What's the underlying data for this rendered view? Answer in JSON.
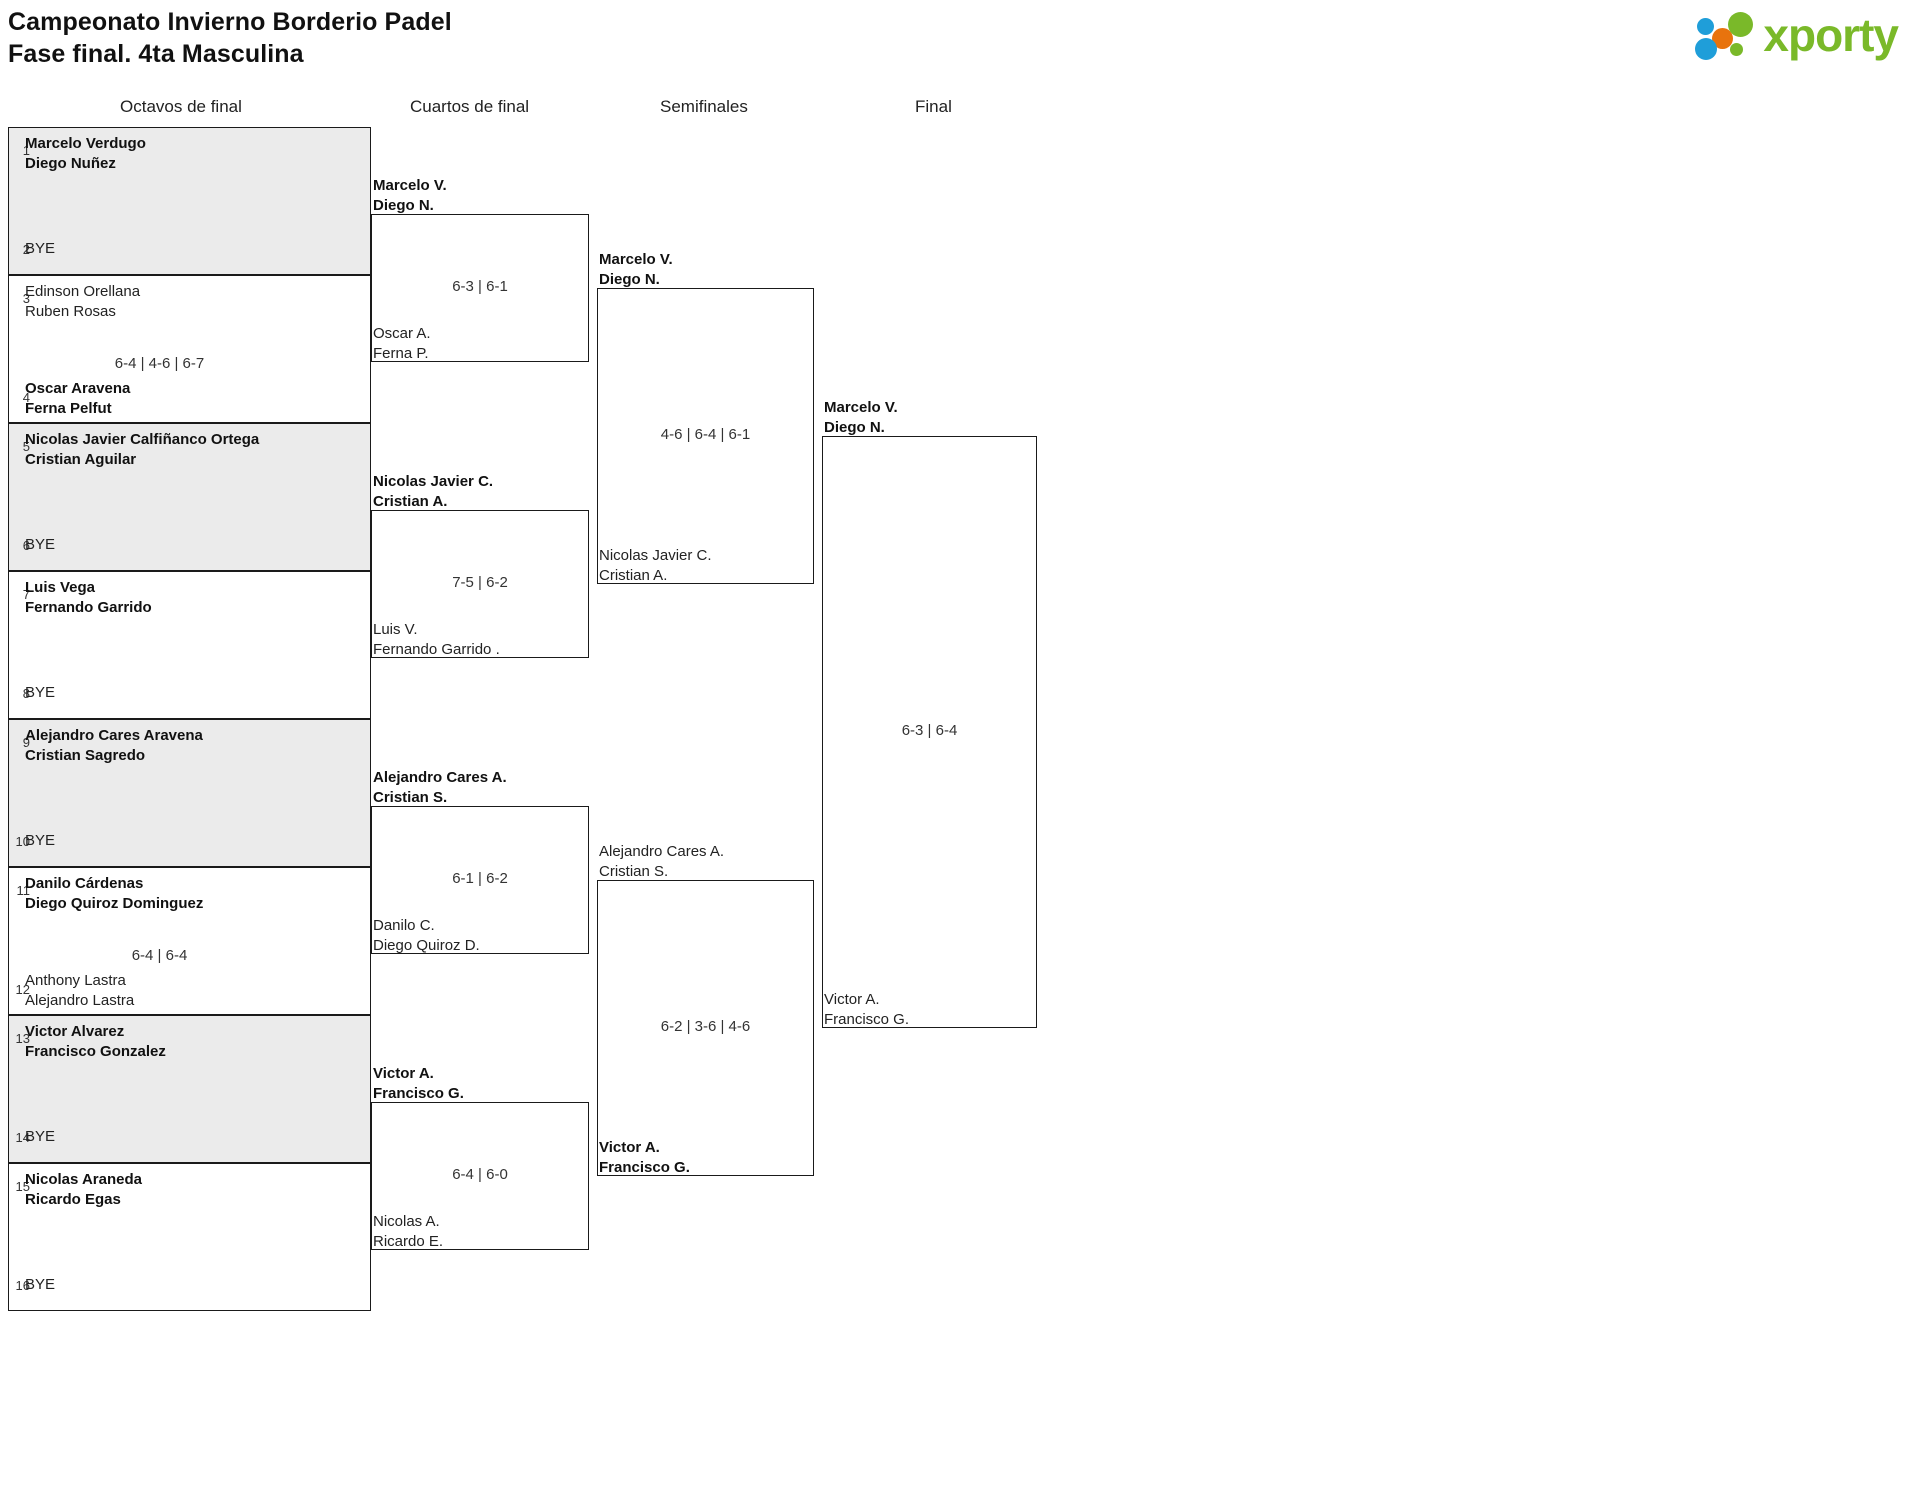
{
  "header": {
    "title_line1": "Campeonato Invierno Borderio Padel",
    "title_line2": "Fase final. 4ta Masculina",
    "logo_text": "xporty",
    "logo_colors": {
      "green": "#7ab929",
      "blue": "#1f9ed9",
      "orange": "#e8730d"
    }
  },
  "rounds": [
    {
      "label": "Octavos de final"
    },
    {
      "label": "Cuartos de final"
    },
    {
      "label": "Semifinales"
    },
    {
      "label": "Final"
    }
  ],
  "bracket": {
    "round1": [
      {
        "shaded": true,
        "top": {
          "seed": "1",
          "line1": "Marcelo Verdugo",
          "line2": "Diego Nuñez",
          "winner": true,
          "bye": false
        },
        "bottom": {
          "seed": "2",
          "line1": "BYE",
          "line2": "",
          "winner": false,
          "bye": true
        },
        "score": ""
      },
      {
        "shaded": false,
        "top": {
          "seed": "3",
          "line1": "Edinson Orellana",
          "line2": "Ruben Rosas",
          "winner": false,
          "bye": false
        },
        "bottom": {
          "seed": "4",
          "line1": "Oscar Aravena",
          "line2": "Ferna Pelfut",
          "winner": true,
          "bye": false
        },
        "score": "6-4 | 4-6 | 6-7"
      },
      {
        "shaded": true,
        "top": {
          "seed": "5",
          "line1": "Nicolas Javier Calfiñanco Ortega",
          "line2": "Cristian Aguilar",
          "winner": true,
          "bye": false
        },
        "bottom": {
          "seed": "6",
          "line1": "BYE",
          "line2": "",
          "winner": false,
          "bye": true
        },
        "score": ""
      },
      {
        "shaded": false,
        "top": {
          "seed": "7",
          "line1": "Luis Vega",
          "line2": "Fernando Garrido",
          "winner": true,
          "bye": false
        },
        "bottom": {
          "seed": "8",
          "line1": "BYE",
          "line2": "",
          "winner": false,
          "bye": true
        },
        "score": ""
      },
      {
        "shaded": true,
        "top": {
          "seed": "9",
          "line1": "Alejandro Cares Aravena",
          "line2": "Cristian Sagredo",
          "winner": true,
          "bye": false
        },
        "bottom": {
          "seed": "10",
          "line1": "BYE",
          "line2": "",
          "winner": false,
          "bye": true
        },
        "score": ""
      },
      {
        "shaded": false,
        "top": {
          "seed": "11",
          "line1": "Danilo Cárdenas",
          "line2": "Diego Quiroz Dominguez",
          "winner": true,
          "bye": false
        },
        "bottom": {
          "seed": "12",
          "line1": "Anthony Lastra",
          "line2": "Alejandro Lastra",
          "winner": false,
          "bye": false
        },
        "score": "6-4 | 6-4"
      },
      {
        "shaded": true,
        "top": {
          "seed": "13",
          "line1": "Victor Alvarez",
          "line2": "Francisco Gonzalez",
          "winner": true,
          "bye": false
        },
        "bottom": {
          "seed": "14",
          "line1": "BYE",
          "line2": "",
          "winner": false,
          "bye": true
        },
        "score": ""
      },
      {
        "shaded": false,
        "top": {
          "seed": "15",
          "line1": "Nicolas Araneda",
          "line2": "Ricardo Egas",
          "winner": true,
          "bye": false
        },
        "bottom": {
          "seed": "16",
          "line1": "BYE",
          "line2": "",
          "winner": false,
          "bye": true
        },
        "score": ""
      }
    ],
    "round2": [
      {
        "top": {
          "line1": "Marcelo V.",
          "line2": "Diego N.",
          "winner": true
        },
        "bottom": {
          "line1": "Oscar A.",
          "line2": "Ferna P.",
          "winner": false
        },
        "score": "6-3 | 6-1"
      },
      {
        "top": {
          "line1": "Nicolas Javier C.",
          "line2": "Cristian A.",
          "winner": true
        },
        "bottom": {
          "line1": "Luis V.",
          "line2": "Fernando Garrido .",
          "winner": false
        },
        "score": "7-5 | 6-2"
      },
      {
        "top": {
          "line1": "Alejandro Cares A.",
          "line2": "Cristian S.",
          "winner": true
        },
        "bottom": {
          "line1": "Danilo C.",
          "line2": "Diego Quiroz D.",
          "winner": false
        },
        "score": "6-1 | 6-2"
      },
      {
        "top": {
          "line1": "Victor A.",
          "line2": "Francisco G.",
          "winner": true
        },
        "bottom": {
          "line1": "Nicolas A.",
          "line2": "Ricardo E.",
          "winner": false
        },
        "score": "6-4 | 6-0"
      }
    ],
    "round3": [
      {
        "top": {
          "line1": "Marcelo V.",
          "line2": "Diego N.",
          "winner": true
        },
        "bottom": {
          "line1": "Nicolas Javier C.",
          "line2": "Cristian A.",
          "winner": false
        },
        "score": "4-6 | 6-4 | 6-1"
      },
      {
        "top": {
          "line1": "Alejandro Cares A.",
          "line2": "Cristian S.",
          "winner": false
        },
        "bottom": {
          "line1": "Victor A.",
          "line2": "Francisco G.",
          "winner": true
        },
        "score": "6-2 | 3-6 | 4-6"
      }
    ],
    "round4": [
      {
        "top": {
          "line1": "Marcelo V.",
          "line2": "Diego N.",
          "winner": true
        },
        "bottom": {
          "line1": "Victor A.",
          "line2": "Francisco G.",
          "winner": false
        },
        "score": "6-3 | 6-4"
      }
    ]
  }
}
